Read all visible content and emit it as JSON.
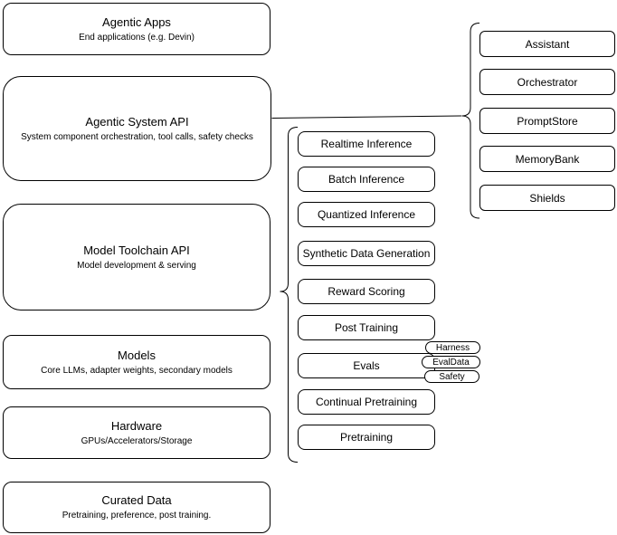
{
  "diagram": {
    "left_stack": [
      {
        "title": "Agentic Apps",
        "subtitle": "End applications (e.g. Devin)"
      },
      {
        "title": "Agentic System API",
        "subtitle": "System component orchestration, tool calls, safety checks"
      },
      {
        "title": "Model Toolchain API",
        "subtitle": "Model development & serving"
      },
      {
        "title": "Models",
        "subtitle": "Core LLMs, adapter weights, secondary models"
      },
      {
        "title": "Hardware",
        "subtitle": "GPUs/Accelerators/Storage"
      },
      {
        "title": "Curated Data",
        "subtitle": "Pretraining, preference, post training."
      }
    ],
    "toolchain_items": [
      "Realtime Inference",
      "Batch Inference",
      "Quantized Inference",
      "Synthetic Data Generation",
      "Reward Scoring",
      "Post Training",
      "Evals",
      "Continual Pretraining",
      "Pretraining"
    ],
    "evals_tags": [
      "Harness",
      "EvalData",
      "Safety"
    ],
    "system_components": [
      "Assistant",
      "Orchestrator",
      "PromptStore",
      "MemoryBank",
      "Shields"
    ],
    "colors": {
      "stroke": "#000000",
      "fill": "#ffffff",
      "background": "#ffffff",
      "text": "#000000"
    }
  }
}
